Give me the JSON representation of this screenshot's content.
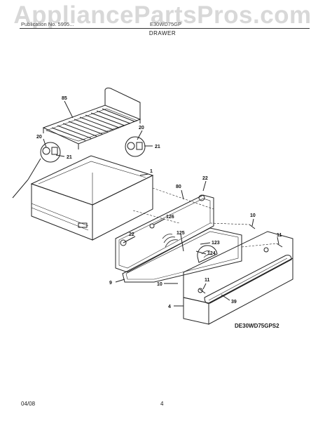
{
  "watermark": "AppliancePartsPros.com",
  "header": {
    "left": "Publication No. 5995...",
    "right": "E30WD75GP"
  },
  "title": "DRAWER",
  "callouts": [
    "85",
    "20",
    "21",
    "20",
    "21",
    "1",
    "22",
    "80",
    "126",
    "22",
    "125",
    "123",
    "124",
    "10",
    "11",
    "9",
    "10",
    "11",
    "4",
    "39"
  ],
  "diagram_code": "DE30WD75GPS2",
  "footer": {
    "date": "04/08",
    "page": "4"
  }
}
